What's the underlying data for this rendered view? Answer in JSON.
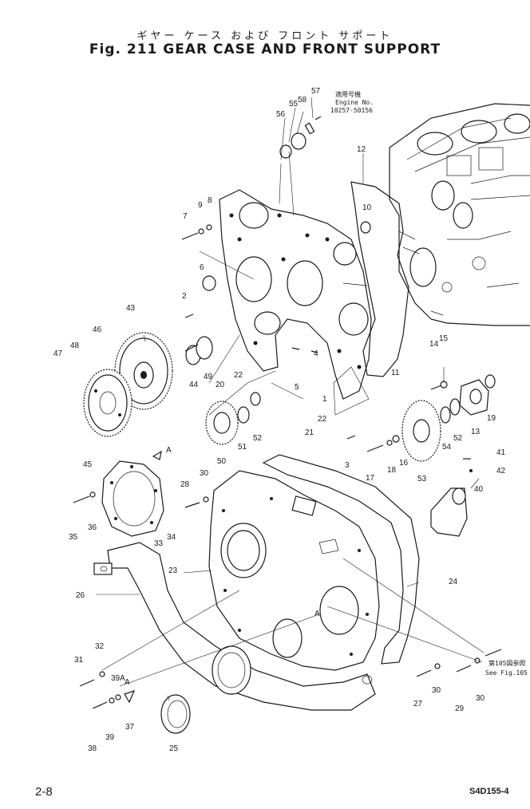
{
  "title": {
    "japanese": "ギヤー ケース および フロント サポート",
    "english": "Fig. 211 GEAR CASE AND FRONT SUPPORT"
  },
  "notes": {
    "engine_no_jp": "適用号機",
    "engine_no_label": "Engine No.",
    "engine_no_range": "10257-50156",
    "see_fig_jp": "第105図参照",
    "see_fig_en": "See Fig.105"
  },
  "page_number": "2-8",
  "doc_code": "S4D155-4",
  "part_callouts": {
    "p1": "1",
    "p2": "2",
    "p3": "3",
    "p4": "4",
    "p5": "5",
    "p6": "6",
    "p7": "7",
    "p8": "8",
    "p9": "9",
    "p10": "10",
    "p11": "11",
    "p12": "12",
    "p13": "13",
    "p14": "14",
    "p15": "15",
    "p16": "16",
    "p17": "17",
    "p18": "18",
    "p19": "19",
    "p20": "20",
    "p21": "21",
    "p22a": "22",
    "p22b": "22",
    "p23": "23",
    "p24": "24",
    "p25": "25",
    "p26": "26",
    "p27": "27",
    "p28": "28",
    "p29": "29",
    "p30a": "30",
    "p30b": "30",
    "p30c": "30",
    "p31": "31",
    "p32": "32",
    "p33": "33",
    "p34": "34",
    "p35": "35",
    "p36": "36",
    "p37": "37",
    "p38": "38",
    "p39": "39",
    "p39a": "39A",
    "p40": "40",
    "p41": "41",
    "p42": "42",
    "p43": "43",
    "p44": "44",
    "p45": "45",
    "p46": "46",
    "p47": "47",
    "p48": "48",
    "p49": "49",
    "p50": "50",
    "p51": "51",
    "p52a": "52",
    "p52b": "52",
    "p53": "53",
    "p54": "54",
    "p55": "55",
    "p56": "56",
    "p57": "57",
    "p58": "58"
  },
  "marks": {
    "view_a1": "A",
    "view_a2": "A",
    "view_a3": "A"
  }
}
